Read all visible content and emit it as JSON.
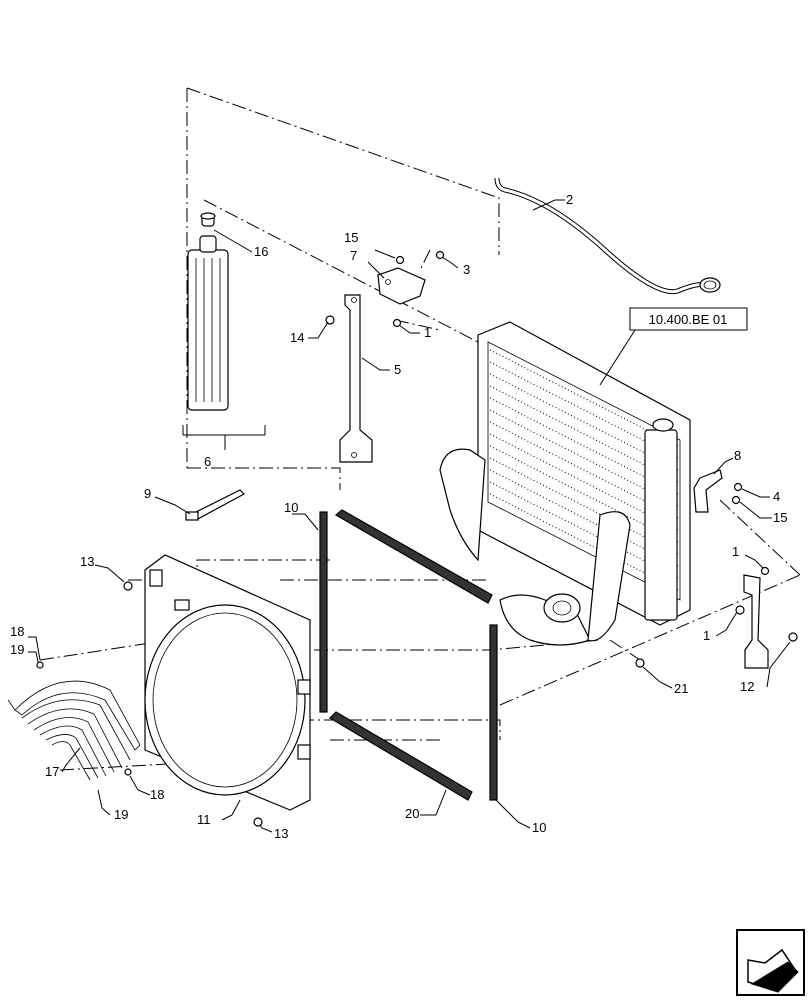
{
  "callouts": {
    "c1a": "1",
    "c1b": "1",
    "c1c": "1",
    "c2": "2",
    "c3": "3",
    "c4": "4",
    "c5": "5",
    "c6": "6",
    "c7": "7",
    "c8": "8",
    "c9": "9",
    "c10a": "10",
    "c10b": "10",
    "c11": "11",
    "c12": "12",
    "c13a": "13",
    "c13b": "13",
    "c14": "14",
    "c15a": "15",
    "c15b": "15",
    "c16": "16",
    "c17": "17",
    "c18a": "18",
    "c18b": "18",
    "c19a": "19",
    "c19b": "19",
    "c20": "20",
    "c21": "21"
  },
  "reference_box": "10.400.BE 01",
  "nav_icon": "arrow-navigation-icon"
}
